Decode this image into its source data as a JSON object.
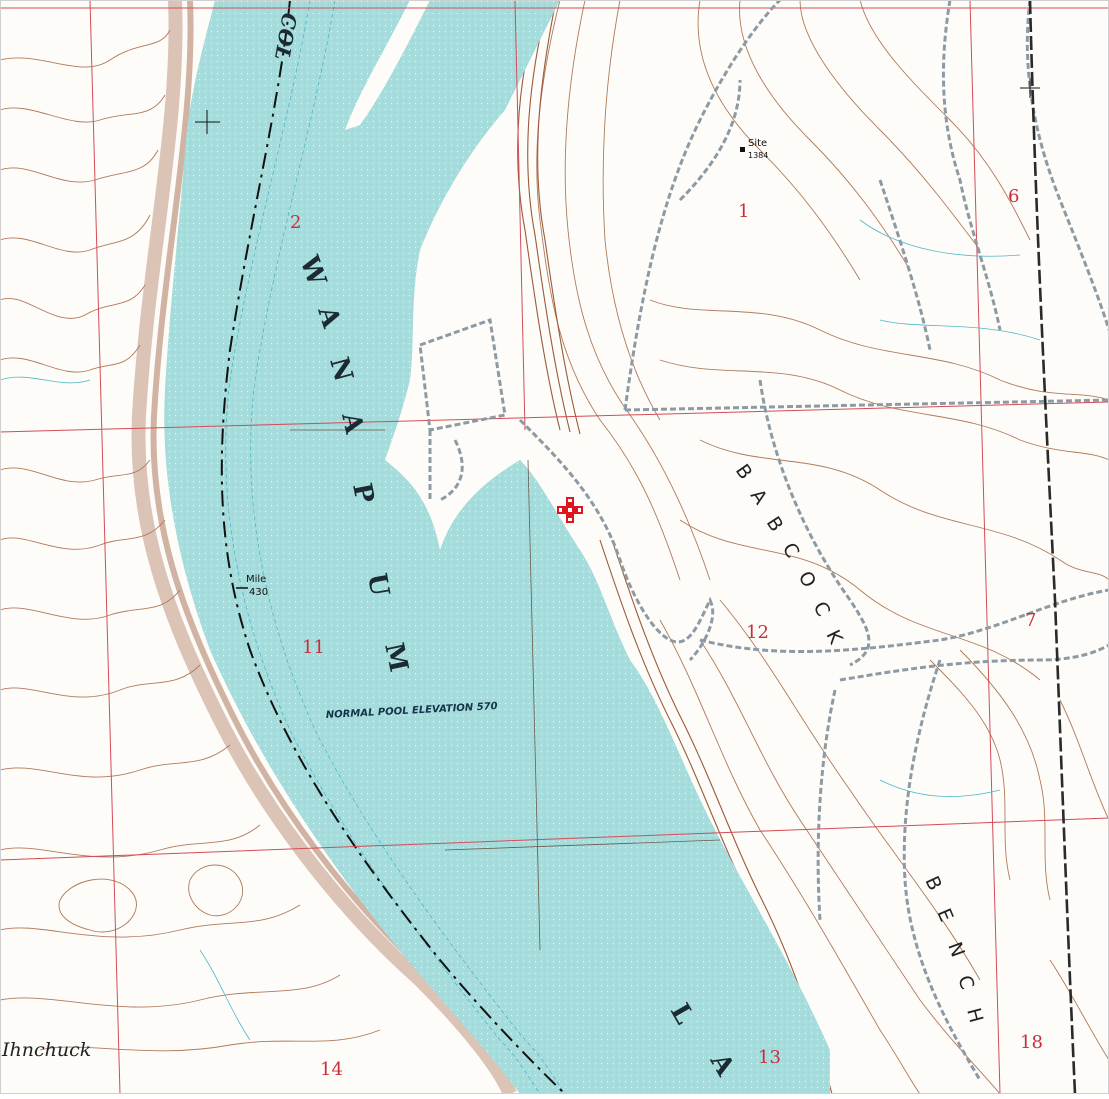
{
  "map": {
    "lake_name_letters": [
      "W",
      "A",
      "N",
      "A",
      "P",
      "U",
      "M"
    ],
    "lake_name_tail_letters": [
      "L",
      "A"
    ],
    "river_partial_label": "COL",
    "bench_letters_1": [
      "B",
      "A",
      "B",
      "C",
      "O",
      "C",
      "K"
    ],
    "bench_letters_2": [
      "B",
      "E",
      "N",
      "C",
      "H"
    ],
    "pool_label": "NORMAL POOL ELEVATION 570",
    "mile_label": "Mile",
    "mile_value": "430",
    "place_label": "Ihnchuck",
    "site_label": "Site",
    "site_elev": "1384",
    "section_numbers": {
      "s1": "1",
      "s2": "2",
      "s6": "6",
      "s7": "7",
      "s11": "11",
      "s12": "12",
      "s13": "13",
      "s14": "14",
      "s18": "18"
    },
    "colors": {
      "water": "#a6dcdc",
      "contour": "#b07a5a",
      "contour_index": "#8a4a2a",
      "grid": "#d24c57",
      "road": "#8e9aa3",
      "marker": "#e0141e",
      "stream": "#4fb7c6"
    },
    "marker_icon": "crosshair-marker"
  }
}
